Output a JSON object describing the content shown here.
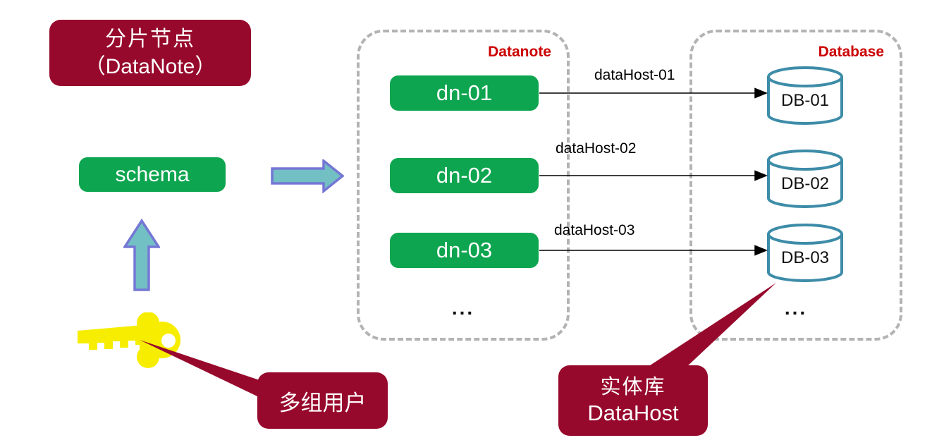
{
  "colors": {
    "dark-red": "#97092c",
    "green": "#0da54f",
    "label-red": "#cc0000",
    "arrow-fill": "#72bfc4",
    "arrow-stroke": "#7577d5",
    "cylinder-stroke": "#3d8ca8",
    "key-yellow": "#f7ed00",
    "border-gray": "#b3b3b3"
  },
  "title_box": {
    "line1": "分片节点",
    "line2": "（DataNote）"
  },
  "schema_box": {
    "label": "schema"
  },
  "user_callout": {
    "label": "多组用户"
  },
  "datanote_group": {
    "label": "Datanote",
    "ellipsis": "...",
    "nodes": [
      {
        "label": "dn-01"
      },
      {
        "label": "dn-02"
      },
      {
        "label": "dn-03"
      }
    ]
  },
  "database_group": {
    "label": "Database",
    "ellipsis": "...",
    "databases": [
      {
        "label": "DB-01"
      },
      {
        "label": "DB-02"
      },
      {
        "label": "DB-03"
      }
    ]
  },
  "connections": [
    {
      "label": "dataHost-01"
    },
    {
      "label": "dataHost-02"
    },
    {
      "label": "dataHost-03"
    }
  ],
  "datahost_callout": {
    "line1": "实体库",
    "line2": "DataHost"
  }
}
